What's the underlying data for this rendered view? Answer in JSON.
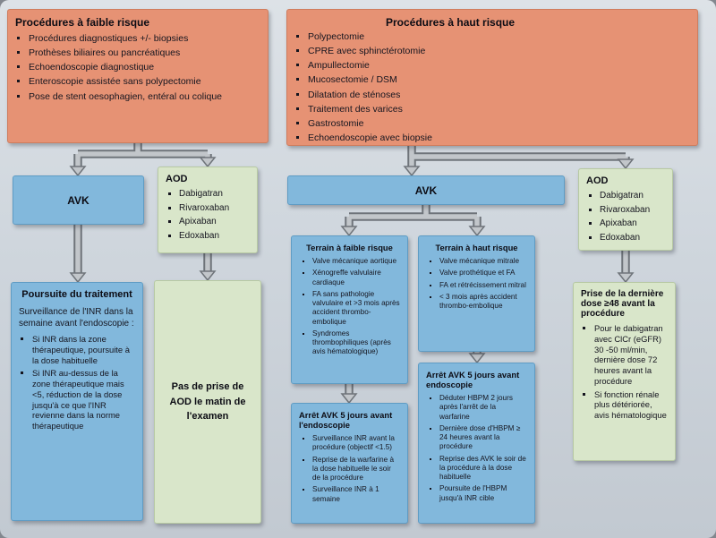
{
  "palette": {
    "procedure_box": "#E69274",
    "avk_box": "#82B8DC",
    "aod_box": "#D9E6CA",
    "arrow": "#c2c6ca",
    "background": "#cfd6dd"
  },
  "low_risk": {
    "title": "Procédures à faible risque",
    "items": [
      "Procédures diagnostiques +/- biopsies",
      "Prothèses biliaires ou pancréatiques",
      "Echoendoscopie diagnostique",
      "Enteroscopie assistée sans polypectomie",
      "Pose de stent oesophagien, entéral ou colique"
    ]
  },
  "high_risk": {
    "title": "Procédures à haut risque",
    "items": [
      "Polypectomie",
      "CPRE avec sphinctérotomie",
      "Ampullectomie",
      "Mucosectomie / DSM",
      "Dilatation de sténoses",
      "Traitement des varices",
      "Gastrostomie",
      "Echoendoscopie avec biopsie"
    ]
  },
  "avk_left": {
    "title": "AVK"
  },
  "aod_left": {
    "title": "AOD",
    "items": [
      "Dabigatran",
      "Rivaroxaban",
      "Apixaban",
      "Edoxaban"
    ]
  },
  "avk_right": {
    "title": "AVK"
  },
  "aod_right": {
    "title": "AOD",
    "items": [
      "Dabigatran",
      "Rivaroxaban",
      "Apixaban",
      "Edoxaban"
    ]
  },
  "poursuite": {
    "title": "Poursuite du traitement",
    "intro": "Surveillance de l'INR dans la semaine avant l'endoscopie :",
    "items": [
      "Si INR dans la zone thérapeutique, poursuite à la dose habituelle",
      "Si INR au-dessus de la zone thérapeutique mais <5, réduction de la dose jusqu'à ce que l'INR revienne dans la norme thérapeutique"
    ]
  },
  "no_aod": {
    "text": "Pas de prise de AOD le matin de l'examen"
  },
  "terrain_faible": {
    "title": "Terrain à faible risque",
    "items": [
      "Valve mécanique aortique",
      "Xénogreffe valvulaire cardiaque",
      "FA sans pathologie valvulaire et >3 mois après accident thrombo-embolique",
      "Syndromes thrombophiliques (après avis hématologique)"
    ]
  },
  "terrain_haut": {
    "title": "Terrain à haut risque",
    "items": [
      "Valve mécanique mitrale",
      "Valve prothétique et FA",
      "FA et rétrécissement mitral",
      "< 3 mois après accident thrombo-embolique"
    ]
  },
  "arret_faible": {
    "title": "Arrêt AVK 5 jours avant l'endoscopie",
    "items": [
      "Surveillance INR avant la procédure (objectif <1.5)",
      "Reprise de la warfarine à la dose habituelle le soir de la procédure",
      "Surveillance INR à 1 semaine"
    ]
  },
  "arret_haut": {
    "title": "Arrêt AVK 5 jours avant endoscopie",
    "items": [
      "Déduter HBPM 2 jours après l'arrêt de la warfarine",
      "Dernière dose d'HBPM ≥ 24 heures avant la procédure",
      "Reprise des AVK le soir de la procédure à la dose habituelle",
      "Poursuite de l'HBPM jusqu'à INR cible"
    ]
  },
  "derniere_dose": {
    "title": "Prise de la dernière dose ≥48 avant la procédure",
    "items": [
      "Pour le dabigatran avec ClCr (eGFR) 30 -50 ml/min, dernière dose 72 heures avant la procédure",
      "Si fonction rénale plus détériorée, avis hématologique"
    ]
  }
}
